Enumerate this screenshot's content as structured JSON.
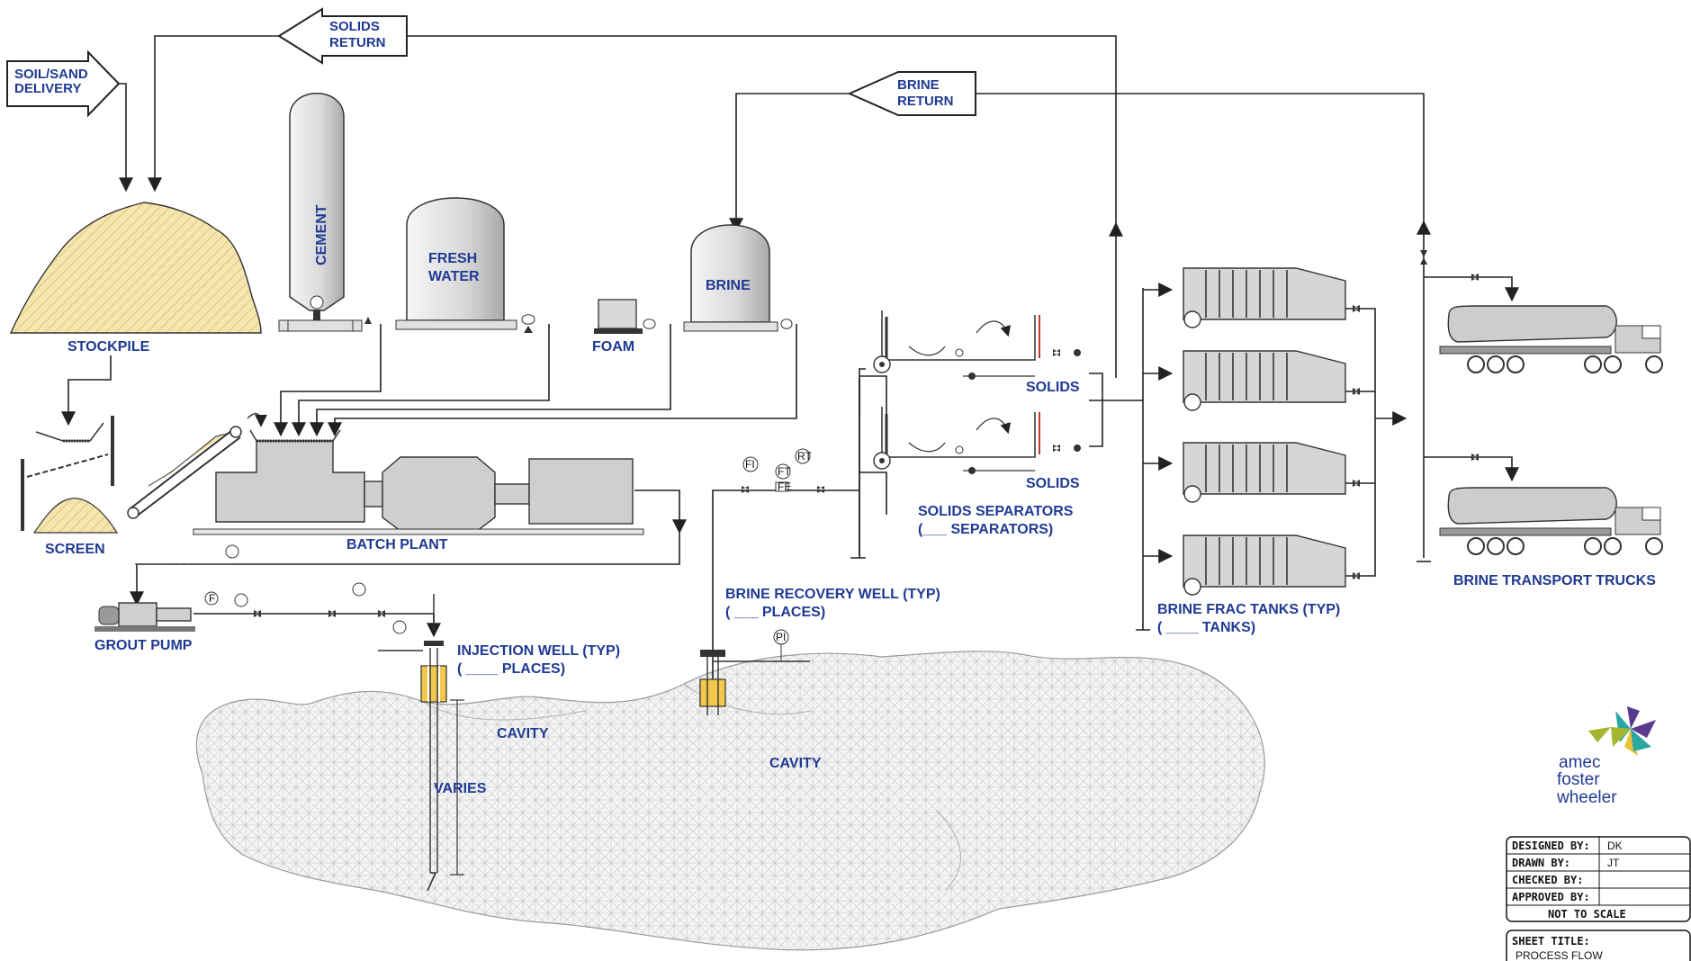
{
  "labels": {
    "soil_sand_delivery_1": "SOIL/SAND",
    "soil_sand_delivery_2": "DELIVERY",
    "solids_return_1": "SOLIDS",
    "solids_return_2": "RETURN",
    "brine_return_1": "BRINE",
    "brine_return_2": "RETURN",
    "stockpile": "STOCKPILE",
    "screen": "SCREEN",
    "cement": "CEMENT",
    "fresh_water_1": "FRESH",
    "fresh_water_2": "WATER",
    "foam": "FOAM",
    "brine_tank": "BRINE",
    "batch_plant": "BATCH PLANT",
    "grout_pump": "GROUT PUMP",
    "injection_well_1": "INJECTION WELL (TYP)",
    "injection_well_2": "( ____ PLACES)",
    "brine_recovery_well_1": "BRINE RECOVERY WELL (TYP)",
    "brine_recovery_well_2": "( ___ PLACES)",
    "solids_1": "SOLIDS",
    "solids_2": "SOLIDS",
    "solids_separators_1": "SOLIDS SEPARATORS",
    "solids_separators_2": "(___  SEPARATORS)",
    "brine_frac_tanks_1": "BRINE FRAC TANKS (TYP)",
    "brine_frac_tanks_2": "( ____ TANKS)",
    "brine_transport_trucks": "BRINE TRANSPORT TRUCKS",
    "cavity_1": "CAVITY",
    "cavity_2": "CAVITY",
    "varies": "VARIES"
  },
  "instruments": {
    "fi": "FI",
    "ft": "FT",
    "rt": "RT",
    "fe": "FE",
    "pi": "PI",
    "f": "F"
  },
  "logo": {
    "line1": "amec",
    "line2": "foster",
    "line3": "wheeler"
  },
  "title_block": {
    "designed_by_label": "DESIGNED BY:",
    "designed_by_value": "DK",
    "drawn_by_label": "DRAWN BY:",
    "drawn_by_value": "JT",
    "checked_by_label": "CHECKED BY:",
    "checked_by_value": "",
    "approved_by_label": "APPROVED BY:",
    "approved_by_value": "",
    "scale_note": "NOT TO SCALE",
    "sheet_title_label": "SHEET TITLE:",
    "sheet_title_value": "PROCESS FLOW"
  },
  "colors": {
    "label_blue": "#1f3a93",
    "stockpile_fill": "#f3e3a6",
    "equipment_gray": "#cfcfcf",
    "logo_teal": "#2aa7a0",
    "logo_purple": "#5b3a8e",
    "logo_olive": "#a4b52e",
    "logo_yellow": "#e8c43a"
  }
}
